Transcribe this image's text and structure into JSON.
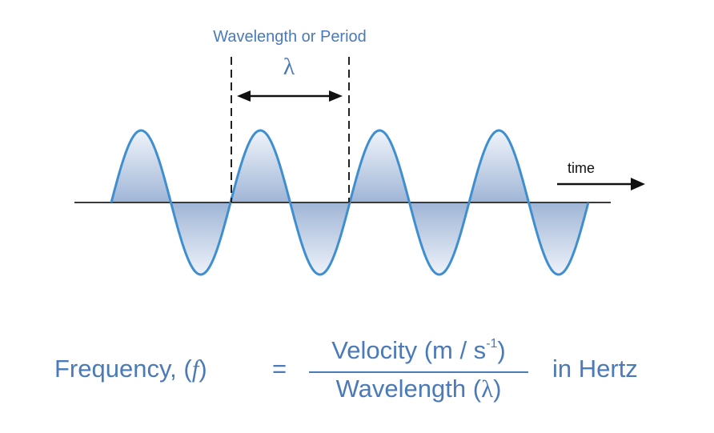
{
  "labels": {
    "wavelength_title": "Wavelength or Period",
    "lambda_symbol": "λ",
    "time_label": "time"
  },
  "formula": {
    "lhs_word": "Frequency,",
    "lhs_open": "(",
    "lhs_symbol": "f",
    "lhs_close": ")",
    "equals": "=",
    "numerator_main": "Velocity (m / s",
    "numerator_sup": "-1",
    "numerator_close": ")",
    "denominator_main": "Wavelength (",
    "denominator_symbol": "λ",
    "denominator_close": ")",
    "unit_text": "in Hertz"
  },
  "colors": {
    "label_blue": "#4a7ab8",
    "wave_stroke": "#3f8fd0",
    "wave_fill_top": "#e8eef7",
    "wave_fill_bottom": "#9eb4d4",
    "axis": "#3a3a3a"
  }
}
